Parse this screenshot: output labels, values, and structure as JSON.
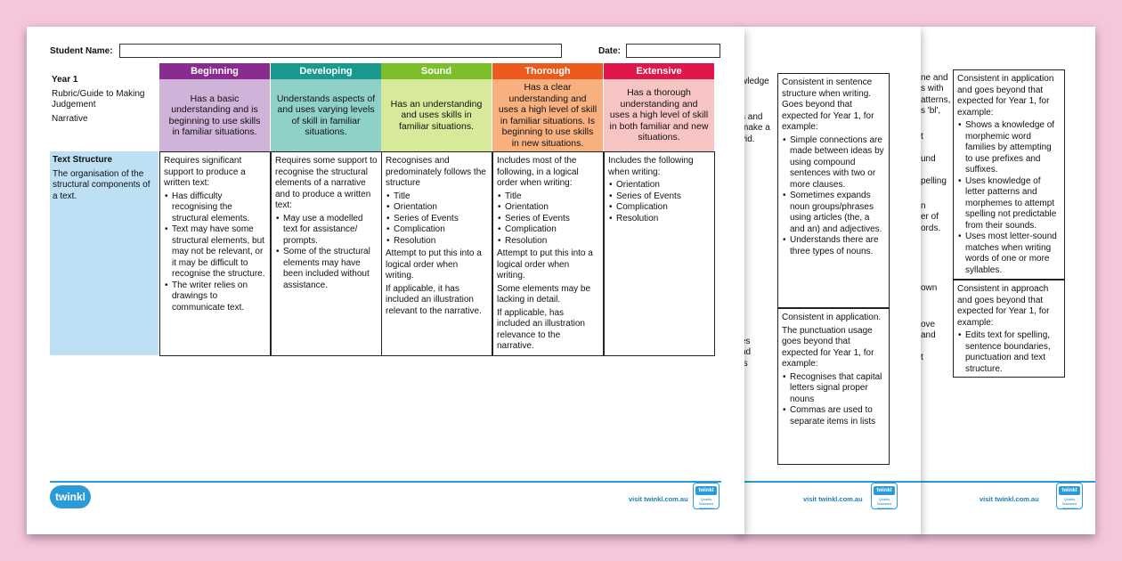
{
  "colors": {
    "background": "#f5c6dc",
    "brand": "#2a9ad8"
  },
  "footer": {
    "url": "visit twinkl.com.au",
    "logo": "twinkl",
    "badge_top": "twinkl",
    "badge_bottom": "Quality Standard Approved"
  },
  "page1": {
    "student_name_label": "Student Name:",
    "date_label": "Date:",
    "year": "Year 1",
    "subtitle": "Rubric/Guide to Making Judgement",
    "genre": "Narrative",
    "columns": [
      {
        "name": "Beginning",
        "head_color": "#8a2b8f",
        "body_color": "#cfb3d9",
        "desc": "Has a basic understanding and is beginning to use skills in familiar situations."
      },
      {
        "name": "Developing",
        "head_color": "#1a9a8f",
        "body_color": "#8fd0c8",
        "desc": "Understands aspects of and uses varying levels of skill in familiar situations."
      },
      {
        "name": "Sound",
        "head_color": "#7cbf2a",
        "body_color": "#d7ea9a",
        "desc": "Has an understanding and uses skills in familiar situations."
      },
      {
        "name": "Thorough",
        "head_color": "#ec5a1e",
        "body_color": "#f9b07f",
        "desc": "Has a clear understanding and uses a high level of skill in familiar situations. Is beginning to use skills in new situations."
      },
      {
        "name": "Extensive",
        "head_color": "#e0174a",
        "body_color": "#f7c4c4",
        "desc": "Has a thorough understanding and uses a high level of skill in both familiar and new situations."
      }
    ],
    "row_title": "Text Structure",
    "row_desc": "The organisation of the structural components of a text.",
    "row_color": "#bde0f5",
    "cells": [
      {
        "intro": "Requires significant support to produce a written text:",
        "bullets": [
          "Has difficulty recognising the structural elements.",
          "Text may have some structural elements, but may not be relevant, or it may be difficult to recognise the structure.",
          "The writer relies on drawings to communicate text."
        ],
        "after": []
      },
      {
        "intro": "Requires some support to recognise the structural elements of a narrative and to produce a written text:",
        "bullets": [
          "May use a modelled text for assistance/ prompts.",
          "Some of the structural elements may have been included without assistance."
        ],
        "after": []
      },
      {
        "intro": "Recognises and predominately follows the structure",
        "bullets": [
          "Title",
          "Orientation",
          "Series of Events",
          "Complication",
          "Resolution"
        ],
        "after": [
          "Attempt to put this into a logical order when writing.",
          "If applicable, it has included an illustration relevant to the narrative."
        ]
      },
      {
        "intro": "Includes most of the following, in a logical order when writing:",
        "bullets": [
          "Title",
          "Orientation",
          "Series of Events",
          "Complication",
          "Resolution"
        ],
        "after": [
          "Attempt to put this into a logical order when writing.",
          "Some elements may be lacking in detail.",
          "If applicable, has included an illustration relevance to the narrative."
        ]
      },
      {
        "intro": "Includes the following when writing:",
        "bullets": [
          "Orientation",
          "Series of Events",
          "Complication",
          "Resolution"
        ],
        "after": []
      }
    ]
  },
  "page2": {
    "fragments": [
      "wledge",
      "s and",
      "make a",
      "vid.",
      "es",
      "nd",
      "ts"
    ],
    "cell1": {
      "intro": "Consistent in sentence structure when writing. Goes beyond that expected for Year 1, for example:",
      "bullets": [
        "Simple connections are made between ideas by using compound sentences with two or more clauses.",
        "Sometimes expands noun groups/phrases using articles (the, a and an) and adjectives.",
        "Understands there are three types of nouns."
      ]
    },
    "cell2": {
      "intro": "Consistent in application.",
      "intro2": "The punctuation usage goes beyond that expected for Year 1, for example:",
      "bullets": [
        "Recognises that capital letters signal proper nouns",
        "Commas are used to separate items in lists"
      ]
    }
  },
  "page3": {
    "fragments": [
      "ne and",
      "s with",
      "atterns,",
      "s 'bl',",
      "t",
      "und",
      "pelling",
      "n",
      "er of",
      "ords.",
      "own",
      "ove",
      "and",
      "t"
    ],
    "cell1": {
      "intro": "Consistent in application and goes beyond that expected for Year 1, for example:",
      "bullets": [
        "Shows a knowledge of morphemic word families by attempting to use prefixes and suffixes.",
        "Uses knowledge of letter patterns and morphemes to attempt spelling not predictable from their sounds.",
        "Uses most letter-sound matches when writing words of one or more syllables."
      ]
    },
    "cell2": {
      "intro": "Consistent in approach and goes beyond that expected for Year 1, for example:",
      "bullets": [
        "Edits text for spelling, sentence boundaries, punctuation and text structure."
      ]
    }
  }
}
